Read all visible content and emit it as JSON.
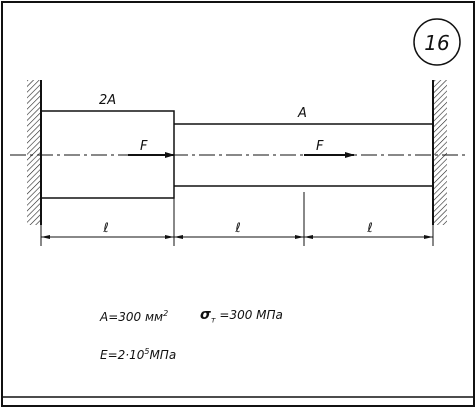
{
  "problem_number": "16",
  "labels": {
    "left_area": "2A",
    "right_area": "A",
    "force_left": "F",
    "force_right": "F",
    "length_1": "ℓ",
    "length_2": "ℓ",
    "length_3": "ℓ"
  },
  "given": {
    "area_text": "A=300 мм",
    "area_exp": "2",
    "sigma_symbol": "σ",
    "sigma_sub": "т",
    "sigma_value": "=300 МПа",
    "modulus_prefix": "E=2·10",
    "modulus_exp": "5",
    "modulus_unit": "МПа"
  }
}
